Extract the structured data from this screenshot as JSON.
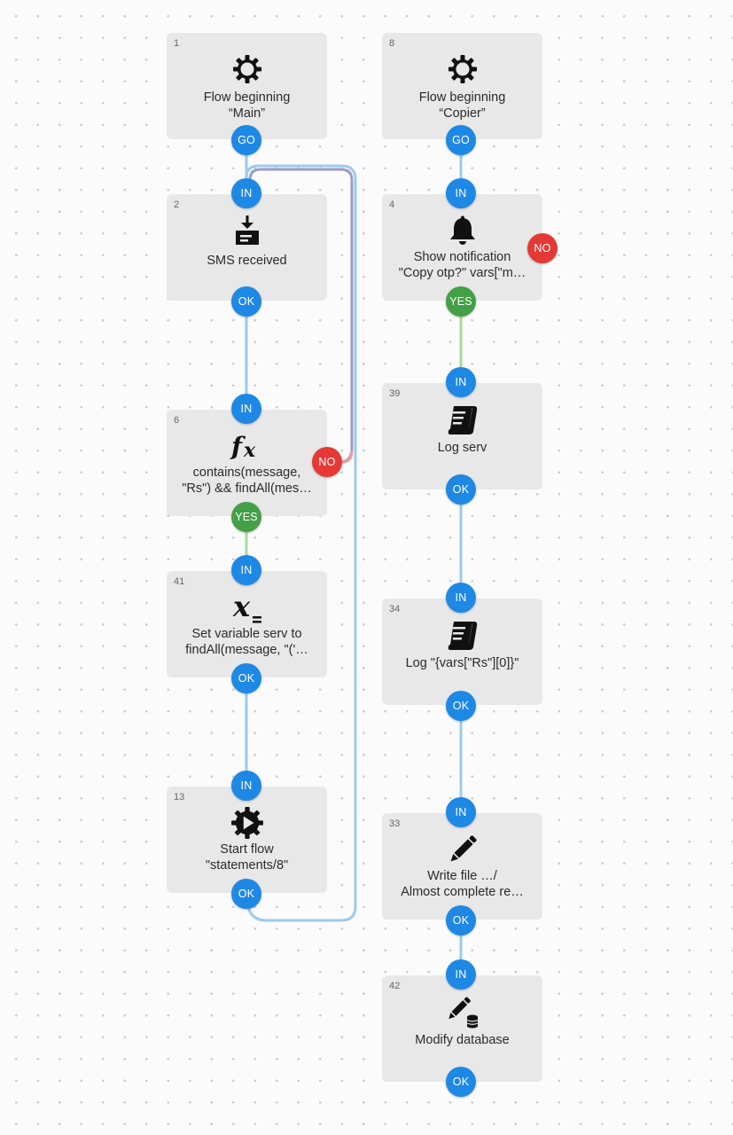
{
  "colors": {
    "port_blue": "#1e88e5",
    "port_green": "#43a047",
    "port_red": "#e53935",
    "block_bg": "#e8e8e8",
    "wire_blue": "#9ccbee",
    "wire_green": "#a9d99a",
    "wire_purple": "#9c9cc8",
    "wire_red": "#ef9a9a"
  },
  "blocks": {
    "b1": {
      "id": "1",
      "icon": "gear-icon",
      "text": "Flow beginning\n“Main”"
    },
    "b2": {
      "id": "2",
      "icon": "sms-inbox-icon",
      "text": "SMS received"
    },
    "b6": {
      "id": "6",
      "icon": "function-icon",
      "text": "contains(message,\n\"Rs\") && findAll(mes…"
    },
    "b41": {
      "id": "41",
      "icon": "variable-icon",
      "text": "Set variable serv to\nfindAll(message, \"('…"
    },
    "b13": {
      "id": "13",
      "icon": "start-flow-icon",
      "text": "Start flow\n\"statements/8\""
    },
    "b8": {
      "id": "8",
      "icon": "gear-icon",
      "text": "Flow beginning\n“Copier”"
    },
    "b4": {
      "id": "4",
      "icon": "bell-icon",
      "text": "Show notification\n\"Copy otp?\" vars[\"m…"
    },
    "b39": {
      "id": "39",
      "icon": "scroll-log-icon",
      "text": "Log serv"
    },
    "b34": {
      "id": "34",
      "icon": "scroll-log-icon",
      "text": "Log \"{vars[\"Rs\"][0]}\""
    },
    "b33": {
      "id": "33",
      "icon": "pencil-icon",
      "text": "Write file …/\nAlmost complete re…"
    },
    "b42": {
      "id": "42",
      "icon": "pencil-database-icon",
      "text": "Modify database"
    }
  },
  "ports": {
    "go": "GO",
    "in": "IN",
    "ok": "OK",
    "yes": "YES",
    "no": "NO"
  }
}
